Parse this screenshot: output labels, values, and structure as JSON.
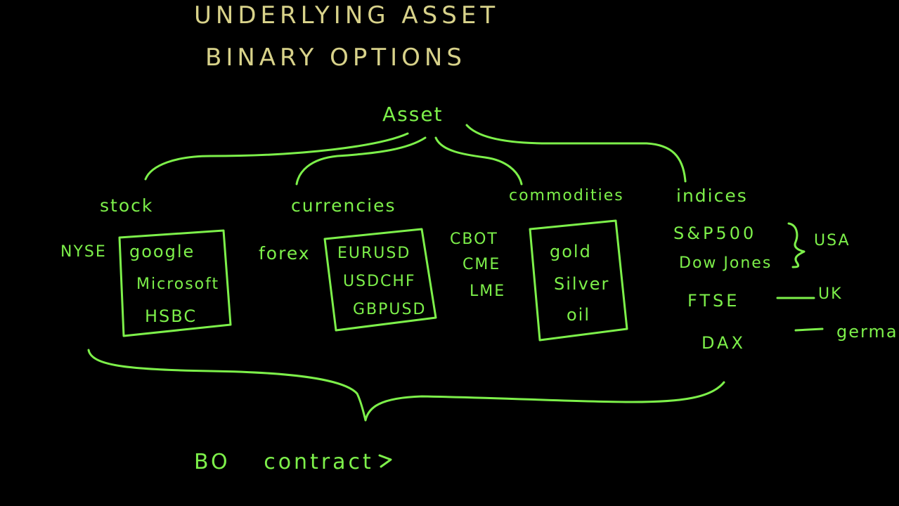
{
  "title": {
    "line1": "UNDERLYING ASSET",
    "line2": "BINARY OPTIONS"
  },
  "root": "Asset",
  "categories": {
    "stock": {
      "label": "stock",
      "exchange": "NYSE",
      "items": [
        "google",
        "Microsoft",
        "HSBC"
      ]
    },
    "currencies": {
      "label": "currencies",
      "market": "forex",
      "items": [
        "EURUSD",
        "USDCHF",
        "GBPUSD"
      ]
    },
    "commodities": {
      "label": "commodities",
      "exchanges": [
        "CBOT",
        "CME",
        "LME"
      ],
      "items": [
        "gold",
        "Silver",
        "oil"
      ]
    },
    "indices": {
      "label": "indices",
      "items": [
        "S&P500",
        "Dow Jones",
        "FTSE",
        "DAX"
      ],
      "usa": "USA",
      "uk": "UK",
      "germany": "germany"
    }
  },
  "footer": "BO contract",
  "colors": {
    "ink_green": "#7df04a",
    "title_ink": "#d8d28a",
    "board": "#000000"
  }
}
